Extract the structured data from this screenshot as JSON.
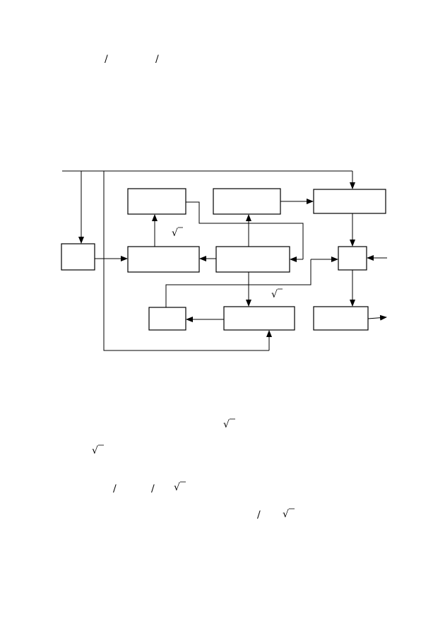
{
  "diagram": {
    "blocks": [
      {
        "id": "block-a"
      },
      {
        "id": "block-b"
      },
      {
        "id": "block-c"
      },
      {
        "id": "block-d"
      },
      {
        "id": "block-e"
      },
      {
        "id": "block-f"
      },
      {
        "id": "block-g"
      },
      {
        "id": "block-h"
      },
      {
        "id": "block-i"
      },
      {
        "id": "block-j"
      },
      {
        "id": "block-k"
      }
    ],
    "glyphs": {
      "slash": "/",
      "sqrt": "√"
    }
  },
  "colors": {
    "line": "#000000",
    "background": "#ffffff"
  }
}
